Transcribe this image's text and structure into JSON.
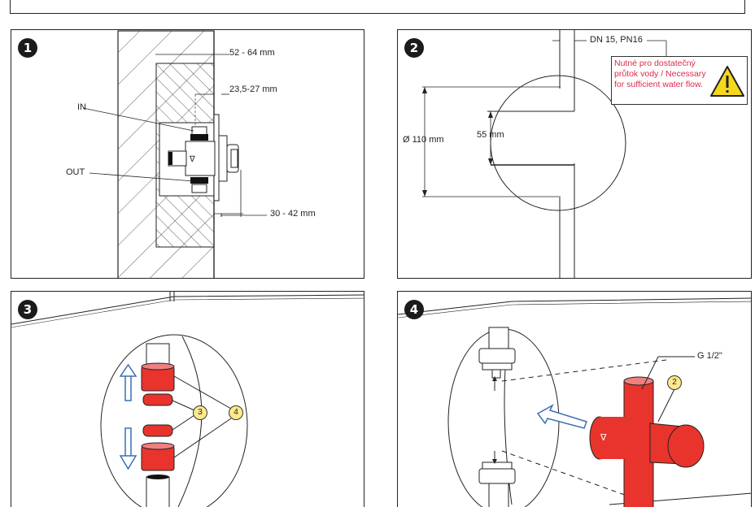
{
  "steps": [
    {
      "number": "1"
    },
    {
      "number": "2"
    },
    {
      "number": "3"
    },
    {
      "number": "4"
    }
  ],
  "panel1": {
    "dim_depth": "52 - 64 mm",
    "dim_range": "23,5-27 mm",
    "dim_offset": "30 - 42 mm",
    "label_in": "IN",
    "label_out": "OUT",
    "flow_marker": "∇"
  },
  "panel2": {
    "pipe_spec": "DN 15, PN16",
    "diameter": "Ø 110 mm",
    "spacing": "55 mm",
    "warning_text": "Nutné pro dostatečný průtok vody / Necessary for sufficient water flow.",
    "warning_icon": "warning-triangle-icon",
    "warning_color": "#e0284a",
    "warning_fill": "#f5d81c"
  },
  "panel3": {
    "callout_a": "3",
    "callout_b": "4",
    "part_color": "#e8342c",
    "arrow_color": "#3a6fb6"
  },
  "panel4": {
    "thread": "G 1/2\"",
    "callout": "2",
    "flow_marker": "∇",
    "part_color": "#e8342c",
    "arrow_color": "#3a6fb6"
  }
}
